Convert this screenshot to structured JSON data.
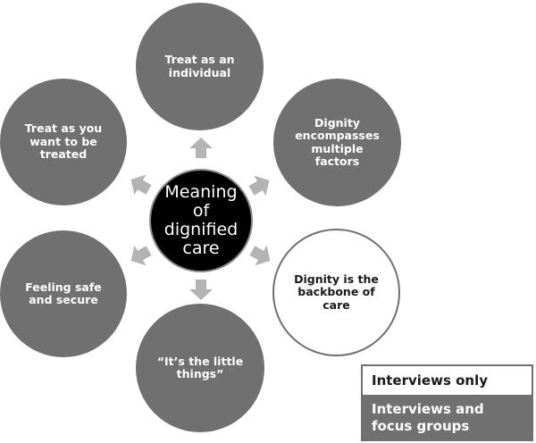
{
  "diagram": {
    "center": {
      "label": "Meaning\nof\ndignified\ncare"
    },
    "themes": [
      {
        "label": "Treat as an\nindividual",
        "source": "Interviews and focus groups"
      },
      {
        "label": "Dignity\nencompasses\nmultiple\nfactors",
        "source": "Interviews and focus groups"
      },
      {
        "label": "Dignity is the\nbackbone of\ncare",
        "source": "Interviews only"
      },
      {
        "label": "“It’s the little\nthings”",
        "source": "Interviews and focus groups"
      },
      {
        "label": "Feeling safe\nand secure",
        "source": "Interviews and focus groups"
      },
      {
        "label": "Treat as you\nwant to be\ntreated",
        "source": "Interviews and focus groups"
      }
    ]
  },
  "legend": {
    "interviews_only": "Interviews only",
    "interviews_and_focus_groups": "Interviews and\nfocus groups"
  },
  "colors": {
    "theme_fill": "#707070",
    "center_fill": "#000000",
    "arrow_fill": "#b3b3b3",
    "outline": "#707070"
  }
}
